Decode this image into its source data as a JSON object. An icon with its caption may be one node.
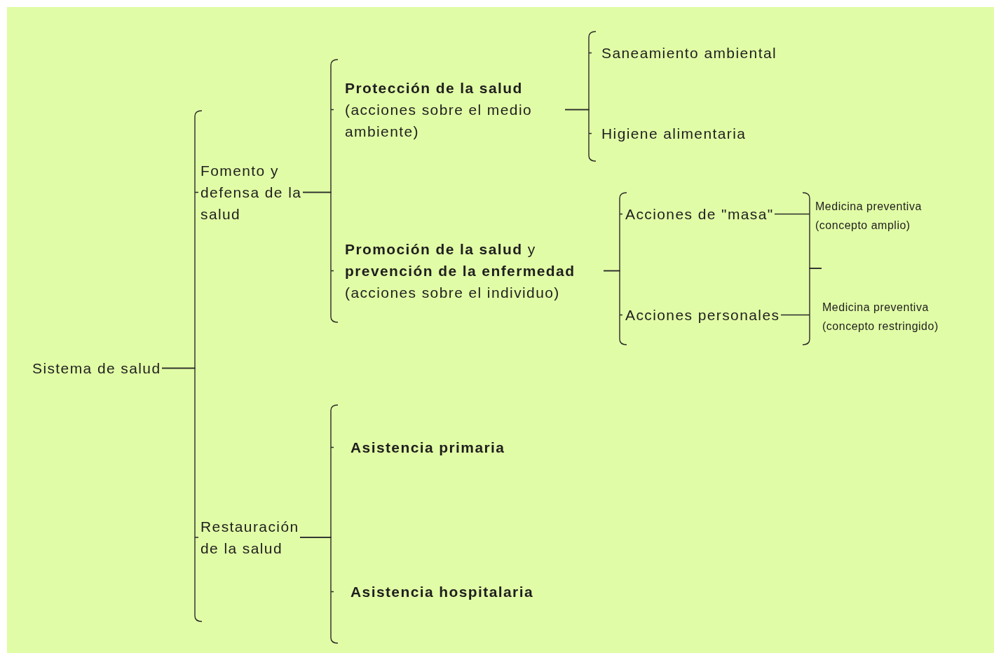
{
  "diagram": {
    "nodes": [
      {
        "text": [
          "Sistema de salud"
        ]
      },
      {
        "text": [
          "Fomento y defensa de la salud"
        ]
      },
      {
        "text": [
          "Protección de la salud",
          "(acciones sobre el medio ambiente)"
        ]
      },
      {
        "text": [
          "Saneamiento ambiental"
        ]
      },
      {
        "text": [
          "Higiene alimentaria"
        ]
      },
      {
        "text": [
          "**Promoción de la salud** y **prevención de la enfermedad**",
          "(acciones sobre el individuo)"
        ]
      },
      {
        "text": [
          "Acciones de \"masa\""
        ]
      },
      {
        "text": [
          "Acciones personales"
        ]
      },
      {
        "text": [
          "Restauración de la salud"
        ]
      },
      {
        "text": [
          "Asistencia primaria"
        ]
      },
      {
        "text": [
          "Asistencia hospitalaria"
        ]
      }
    ],
    "edges": [
      {
        "from": 0,
        "to": 1,
        "arrow": "none"
      },
      {
        "from": 0,
        "to": 8,
        "arrow": "none"
      },
      {
        "from": 1,
        "to": 2,
        "arrow": "none"
      },
      {
        "from": 1,
        "to": 5,
        "arrow": "none"
      },
      {
        "from": 2,
        "to": 3,
        "arrow": "none"
      },
      {
        "from": 2,
        "to": 4,
        "arrow": "none"
      },
      {
        "from": 5,
        "to": 6,
        "arrow": "none"
      },
      {
        "from": 5,
        "to": 7,
        "arrow": "none"
      },
      {
        "from": 6,
        "to": null,
        "arrow": "none"
      },
      {
        "from": 7,
        "to": null,
        "arrow": "none"
      },
      {
        "from": 8,
        "to": 9,
        "arrow": "none"
      },
      {
        "from": 8,
        "to": 10,
        "arrow": "none"
      }
    ],
    "labels": [
      "Medicina preventiva (concepto amplio)",
      "Medicina preventiva (concepto restringido)"
    ]
  }
}
